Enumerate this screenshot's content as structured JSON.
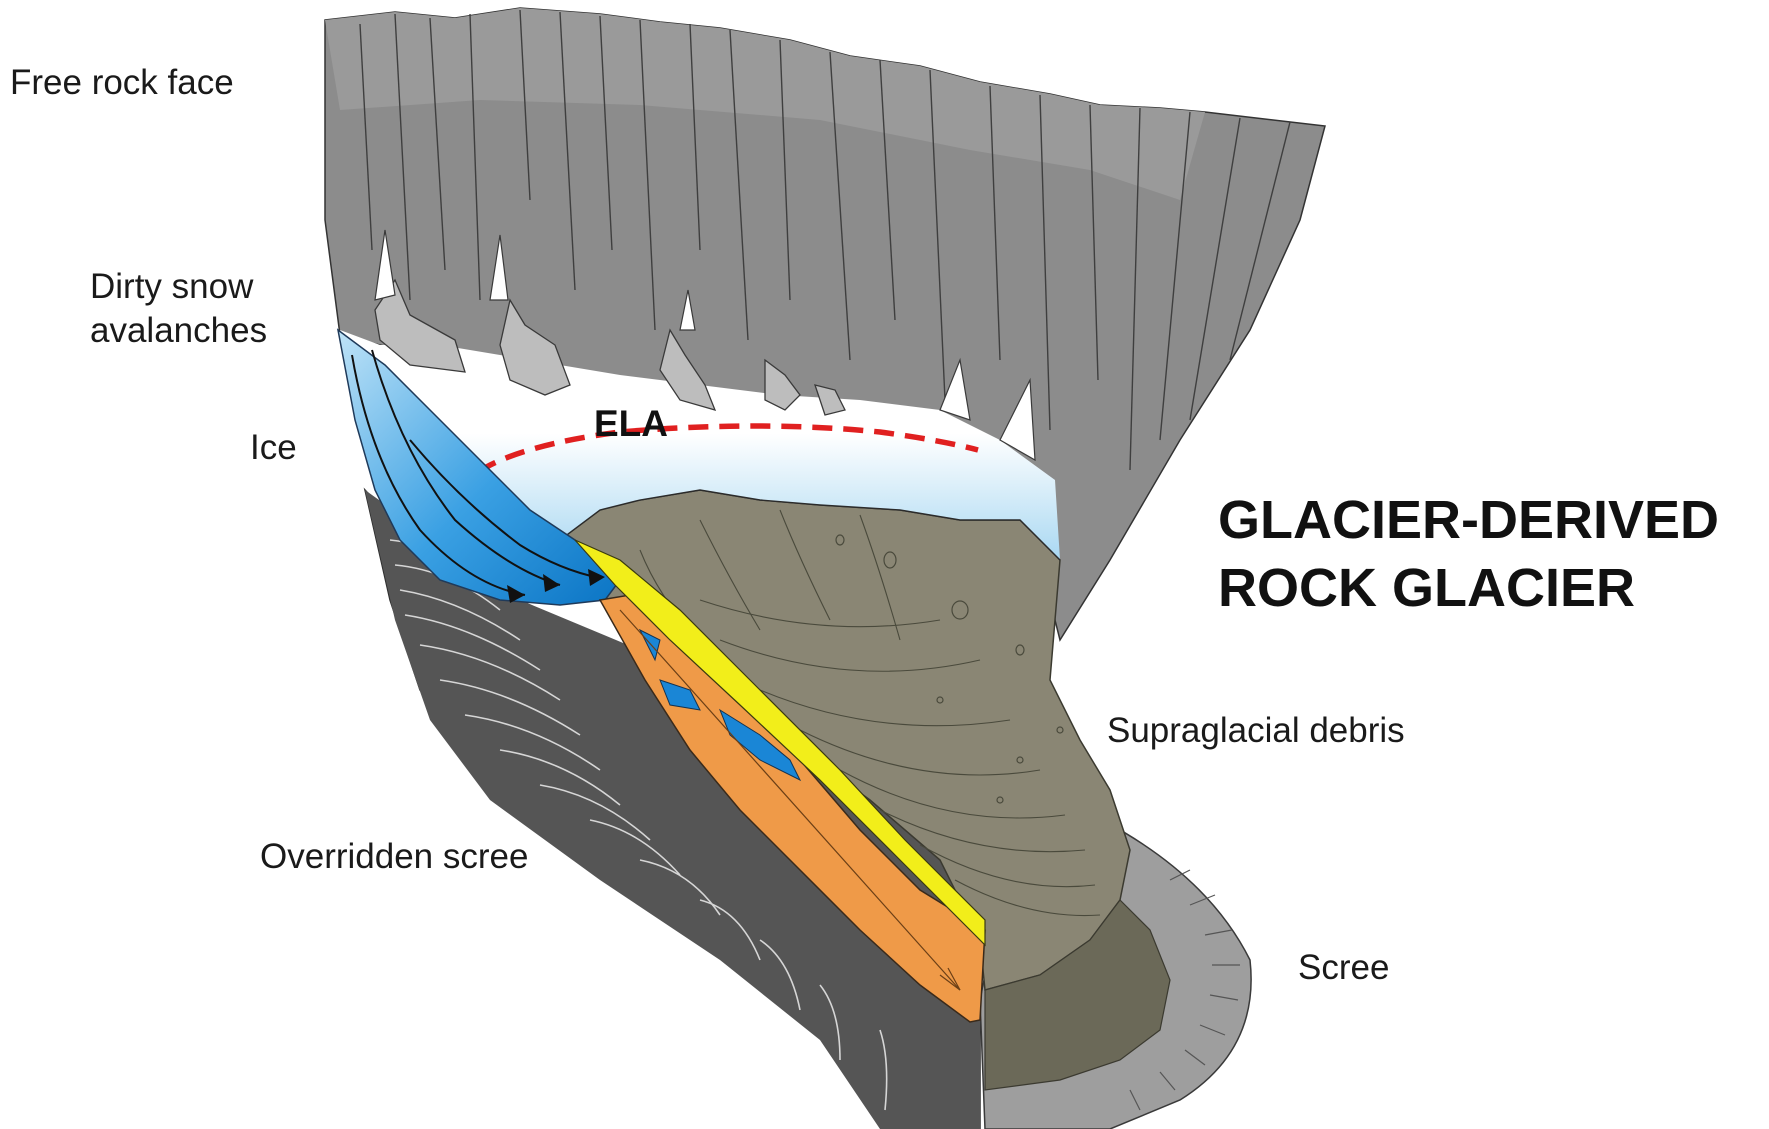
{
  "title": {
    "line1": "GLACIER-DERIVED",
    "line2": "ROCK GLACIER"
  },
  "labels": {
    "free_rock_face": "Free rock face",
    "dirty_snow_line1": "Dirty snow",
    "dirty_snow_line2": "avalanches",
    "ice": "Ice",
    "ela": "ELA",
    "supraglacial_debris": "Supraglacial debris",
    "overridden_scree": "Overridden scree",
    "scree": "Scree"
  },
  "colors": {
    "rock_face": "#8c8c8c",
    "rock_dark": "#6e6e6e",
    "bedrock": "#5a5a5a",
    "scree": "#9e9e9e",
    "debris": "#8a8674",
    "debris_dark": "#6b6958",
    "ice": "#1a86d6",
    "ice_light": "#9fd3f0",
    "orange_section": "#ef9a48",
    "yellow_layer": "#f2ee1a",
    "ela_line": "#e02020"
  }
}
